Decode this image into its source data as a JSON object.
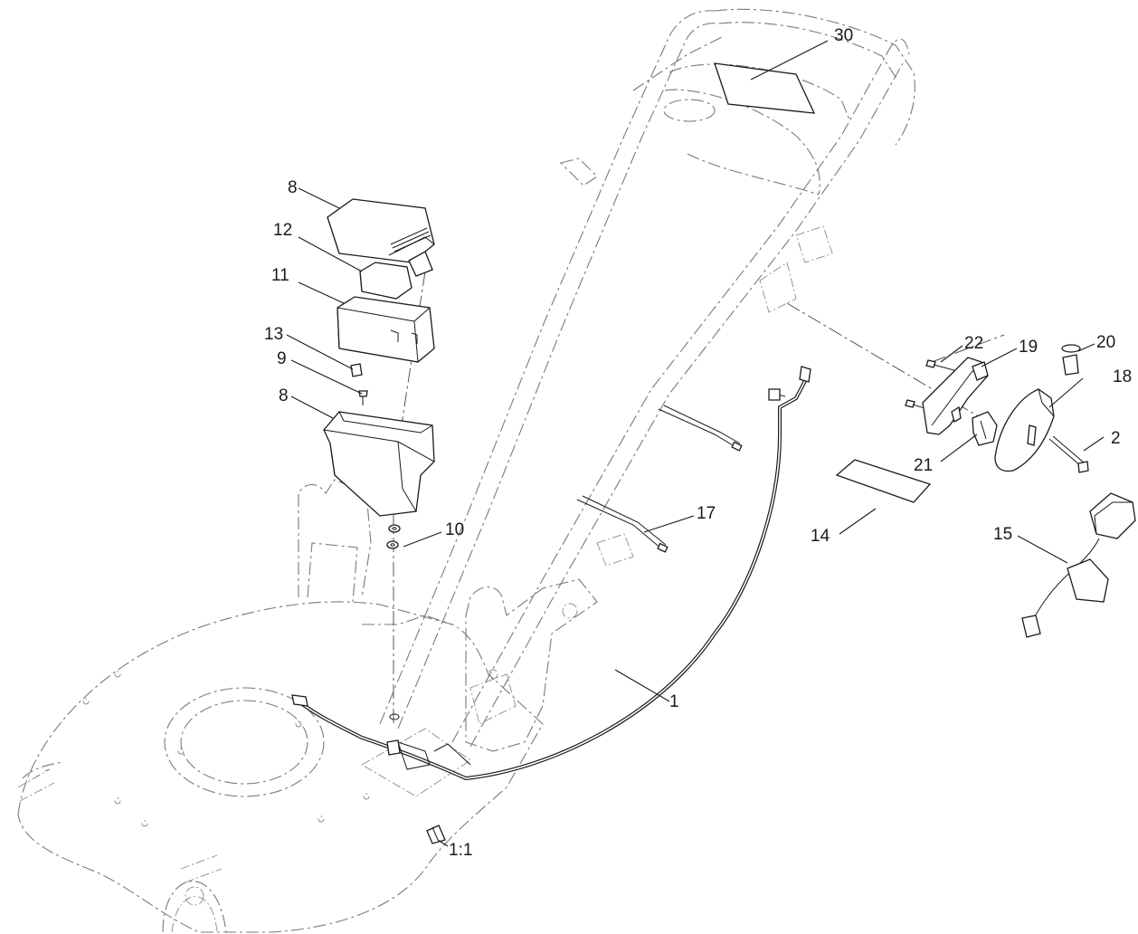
{
  "callouts": {
    "c30": "30",
    "c8_top": "8",
    "c12": "12",
    "c11": "11",
    "c13": "13",
    "c9": "9",
    "c8_tray": "8",
    "c10": "10",
    "c17": "17",
    "c22": "22",
    "c19": "19",
    "c20": "20",
    "c18": "18",
    "c2": "2",
    "c21": "21",
    "c14": "14",
    "c15": "15",
    "c1": "1",
    "c1_1": "1:1"
  },
  "colors": {
    "line": "#1a1a1a",
    "phantom": "#7a7a7a",
    "background": "#ffffff"
  }
}
